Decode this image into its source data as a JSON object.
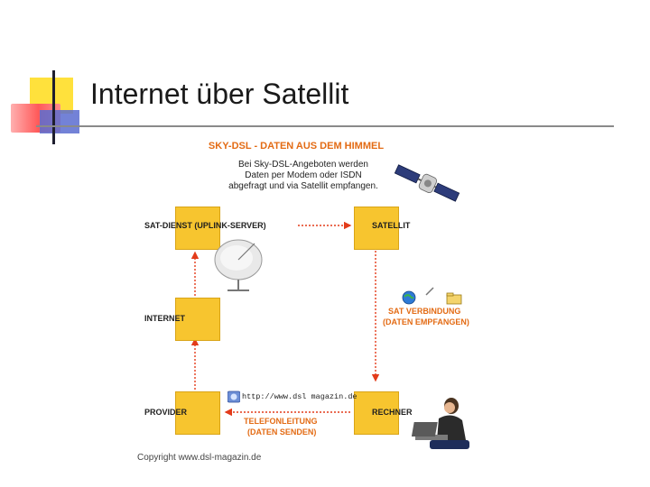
{
  "slide": {
    "title": "Internet über Satellit"
  },
  "diagram": {
    "title": "SKY-DSL - DATEN AUS DEM HIMMEL",
    "caption_lines": [
      "Bei Sky-DSL-Angeboten werden",
      "Daten per Modem oder ISDN",
      "abgefragt und via Satellit empfangen."
    ],
    "nodes": {
      "sat_dienst": "SAT-DIENST (UPLINK-SERVER)",
      "satellit": "SATELLIT",
      "internet": "INTERNET",
      "provider": "PROVIDER",
      "rechner": "RECHNER"
    },
    "sat_verbindung": [
      "SAT VERBINDUNG",
      "(DATEN EMPFANGEN)"
    ],
    "telefonleitung": [
      "TELEFONLEITUNG",
      "(DATEN SENDEN)"
    ],
    "url": "http://www.dsl magazin.de",
    "copyright": "Copyright www.dsl-magazin.de"
  },
  "colors": {
    "accent_orange": "#e36b14",
    "box_yellow": "#f7c52f",
    "arrow_red": "#e33b1a"
  }
}
